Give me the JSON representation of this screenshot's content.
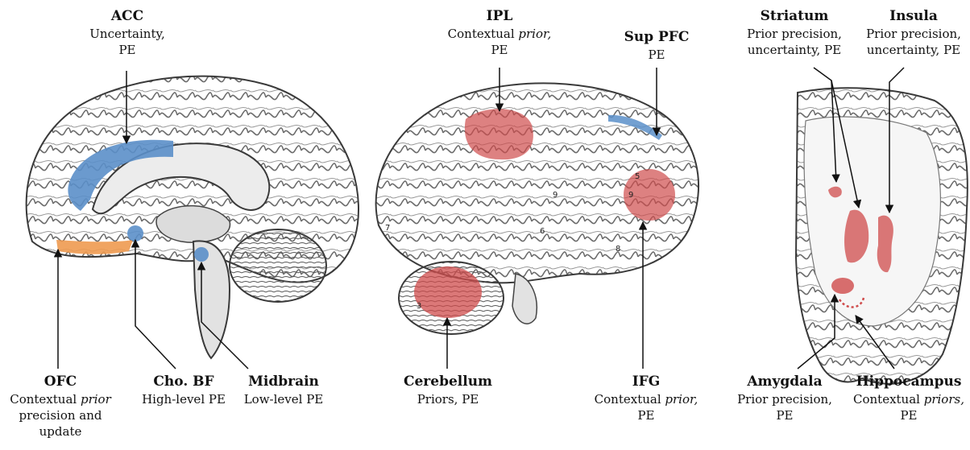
{
  "colors": {
    "blue": "#5b8fc9",
    "orange": "#ee9a50",
    "red": "#cf4b4b",
    "outline": "#3a3a3a",
    "fill_light": "#e9e9e9"
  },
  "panels": [
    {
      "name": "medial-view-brain"
    },
    {
      "name": "lateral-view-brain"
    },
    {
      "name": "coronal-section-brain"
    }
  ],
  "regions": {
    "acc": {
      "name": "ACC",
      "desc_pre": "Uncertainty,\nPE",
      "desc_italic": "",
      "desc_post": "",
      "color": "blue"
    },
    "ofc": {
      "name": "OFC",
      "desc_pre": "Contextual ",
      "desc_italic": "prior",
      "desc_post": "\nprecision and\nupdate",
      "color": "orange"
    },
    "chobf": {
      "name": "Cho. BF",
      "desc_pre": "High-level PE",
      "desc_italic": "",
      "desc_post": "",
      "color": "blue"
    },
    "midbrain": {
      "name": "Midbrain",
      "desc_pre": "Low-level PE",
      "desc_italic": "",
      "desc_post": "",
      "color": "blue"
    },
    "ipl": {
      "name": "IPL",
      "desc_pre": "Contextual ",
      "desc_italic": "prior,",
      "desc_post": "\nPE",
      "color": "red"
    },
    "suppfc": {
      "name": "Sup PFC",
      "desc_pre": "PE",
      "desc_italic": "",
      "desc_post": "",
      "color": "blue"
    },
    "cerebellum": {
      "name": "Cerebellum",
      "desc_pre": "Priors, PE",
      "desc_italic": "",
      "desc_post": "",
      "color": "red"
    },
    "ifg": {
      "name": "IFG",
      "desc_pre": "Contextual ",
      "desc_italic": "prior,",
      "desc_post": "\nPE",
      "color": "red"
    },
    "striatum": {
      "name": "Striatum",
      "desc_pre": "Prior precision,\nuncertainty, PE",
      "desc_italic": "",
      "desc_post": "",
      "color": "red"
    },
    "insula": {
      "name": "Insula",
      "desc_pre": "Prior precision,\nuncertainty, PE",
      "desc_italic": "",
      "desc_post": "",
      "color": "red"
    },
    "amygdala": {
      "name": "Amygdala",
      "desc_pre": "Prior precision,\nPE",
      "desc_italic": "",
      "desc_post": "",
      "color": "red"
    },
    "hippocampus": {
      "name": "Hippocampus",
      "desc_pre": "Contextual ",
      "desc_italic": "priors,",
      "desc_post": "\nPE",
      "color": "red"
    }
  },
  "gyrus_numbers": [
    "7",
    "6",
    "9",
    "5",
    "9",
    "8",
    "3"
  ]
}
